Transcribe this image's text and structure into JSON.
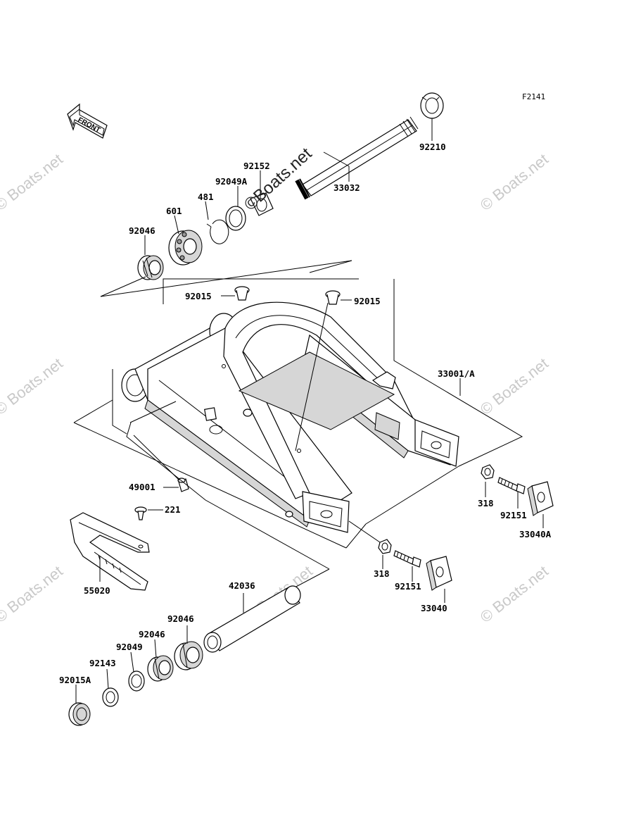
{
  "diagram": {
    "ref_code": "F2141",
    "front_label": "FRONT",
    "watermark_text": "© Boats.net",
    "watermark_main_text": "©Boats.net",
    "part_labels": {
      "p92210": "92210",
      "p33032": "33032",
      "p92152": "92152",
      "p92049A": "92049A",
      "p481": "481",
      "p601": "601",
      "p92046_top": "92046",
      "p92015_left": "92015",
      "p92015_right": "92015",
      "p33001A": "33001/A",
      "p49001": "49001",
      "p221": "221",
      "p55020": "55020",
      "p318_right": "318",
      "p92151_right": "92151",
      "p33040A": "33040A",
      "p318_mid": "318",
      "p92151_mid": "92151",
      "p33040": "33040",
      "p42036": "42036",
      "p92046_b1": "92046",
      "p92046_b2": "92046",
      "p92049": "92049",
      "p92143": "92143",
      "p92015A": "92015A"
    }
  }
}
